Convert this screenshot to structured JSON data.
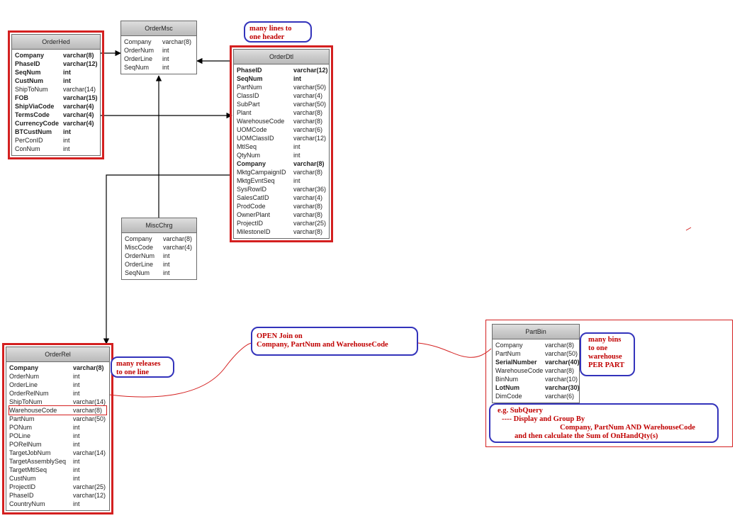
{
  "colors": {
    "highlight": "#d42020",
    "note_border": "#3333bb",
    "note_text": "#c00000",
    "header_fill": "#c8c8c8"
  },
  "tables": {
    "orderhed": {
      "title": "OrderHed",
      "rows": [
        {
          "name": "Company",
          "type": "varchar(8)",
          "bold": true
        },
        {
          "name": "PhaseID",
          "type": "varchar(12)",
          "bold": true
        },
        {
          "name": "SeqNum",
          "type": "int",
          "bold": true
        },
        {
          "name": "CustNum",
          "type": "int",
          "bold": true
        },
        {
          "name": "ShipToNum",
          "type": "varchar(14)",
          "bold": false
        },
        {
          "name": "FOB",
          "type": "varchar(15)",
          "bold": true
        },
        {
          "name": "ShipViaCode",
          "type": "varchar(4)",
          "bold": true
        },
        {
          "name": "TermsCode",
          "type": "varchar(4)",
          "bold": true
        },
        {
          "name": "CurrencyCode",
          "type": "varchar(4)",
          "bold": true
        },
        {
          "name": "BTCustNum",
          "type": "int",
          "bold": true
        },
        {
          "name": "PerConID",
          "type": "int",
          "bold": false
        },
        {
          "name": "ConNum",
          "type": "int",
          "bold": false
        }
      ]
    },
    "ordermsc": {
      "title": "OrderMsc",
      "rows": [
        {
          "name": "Company",
          "type": "varchar(8)",
          "bold": false
        },
        {
          "name": "OrderNum",
          "type": "int",
          "bold": false
        },
        {
          "name": "OrderLine",
          "type": "int",
          "bold": false
        },
        {
          "name": "SeqNum",
          "type": "int",
          "bold": false
        }
      ]
    },
    "orderdtl": {
      "title": "OrderDtl",
      "rows": [
        {
          "name": "PhaseID",
          "type": "varchar(12)",
          "bold": true
        },
        {
          "name": "SeqNum",
          "type": "int",
          "bold": true
        },
        {
          "name": "PartNum",
          "type": "varchar(50)",
          "bold": false
        },
        {
          "name": "ClassID",
          "type": "varchar(4)",
          "bold": false
        },
        {
          "name": "SubPart",
          "type": "varchar(50)",
          "bold": false
        },
        {
          "name": "Plant",
          "type": "varchar(8)",
          "bold": false
        },
        {
          "name": "WarehouseCode",
          "type": "varchar(8)",
          "bold": false
        },
        {
          "name": "UOMCode",
          "type": "varchar(6)",
          "bold": false
        },
        {
          "name": "UOMClassID",
          "type": "varchar(12)",
          "bold": false
        },
        {
          "name": "MtlSeq",
          "type": "int",
          "bold": false
        },
        {
          "name": "QtyNum",
          "type": "int",
          "bold": false
        },
        {
          "name": "Company",
          "type": "varchar(8)",
          "bold": true
        },
        {
          "name": "MktgCampaignID",
          "type": "varchar(8)",
          "bold": false
        },
        {
          "name": "MktgEvntSeq",
          "type": "int",
          "bold": false
        },
        {
          "name": "SysRowID",
          "type": "varchar(36)",
          "bold": false
        },
        {
          "name": "SalesCatID",
          "type": "varchar(4)",
          "bold": false
        },
        {
          "name": "ProdCode",
          "type": "varchar(8)",
          "bold": false
        },
        {
          "name": "OwnerPlant",
          "type": "varchar(8)",
          "bold": false
        },
        {
          "name": "ProjectID",
          "type": "varchar(25)",
          "bold": false
        },
        {
          "name": "MilestoneID",
          "type": "varchar(8)",
          "bold": false
        }
      ]
    },
    "miscchrg": {
      "title": "MiscChrg",
      "rows": [
        {
          "name": "Company",
          "type": "varchar(8)",
          "bold": false
        },
        {
          "name": "MiscCode",
          "type": "varchar(4)",
          "bold": false
        },
        {
          "name": "OrderNum",
          "type": "int",
          "bold": false
        },
        {
          "name": "OrderLine",
          "type": "int",
          "bold": false
        },
        {
          "name": "SeqNum",
          "type": "int",
          "bold": false
        }
      ]
    },
    "orderrel": {
      "title": "OrderRel",
      "rows": [
        {
          "name": "Company",
          "type": "varchar(8)",
          "bold": true
        },
        {
          "name": "OrderNum",
          "type": "int",
          "bold": false
        },
        {
          "name": "OrderLine",
          "type": "int",
          "bold": false
        },
        {
          "name": "OrderRelNum",
          "type": "int",
          "bold": false
        },
        {
          "name": "ShipToNum",
          "type": "varchar(14)",
          "bold": false
        },
        {
          "name": "WarehouseCode",
          "type": "varchar(8)",
          "bold": false,
          "boxed": true
        },
        {
          "name": "PartNum",
          "type": "varchar(50)",
          "bold": false
        },
        {
          "name": "PONum",
          "type": "int",
          "bold": false
        },
        {
          "name": "POLine",
          "type": "int",
          "bold": false
        },
        {
          "name": "PORelNum",
          "type": "int",
          "bold": false
        },
        {
          "name": "TargetJobNum",
          "type": "varchar(14)",
          "bold": false
        },
        {
          "name": "TargetAssemblySeq",
          "type": "int",
          "bold": false
        },
        {
          "name": "TargetMtlSeq",
          "type": "int",
          "bold": false
        },
        {
          "name": "CustNum",
          "type": "int",
          "bold": false
        },
        {
          "name": "ProjectID",
          "type": "varchar(25)",
          "bold": false
        },
        {
          "name": "PhaseID",
          "type": "varchar(12)",
          "bold": false
        },
        {
          "name": "CountryNum",
          "type": "int",
          "bold": false
        }
      ]
    },
    "partbin": {
      "title": "PartBin",
      "rows": [
        {
          "name": "Company",
          "type": "varchar(8)",
          "bold": false
        },
        {
          "name": "PartNum",
          "type": "varchar(50)",
          "bold": false
        },
        {
          "name": "SerialNumber",
          "type": "varchar(40)",
          "bold": true
        },
        {
          "name": "WarehouseCode",
          "type": "varchar(8)",
          "bold": false
        },
        {
          "name": "BinNum",
          "type": "varchar(10)",
          "bold": false
        },
        {
          "name": "LotNum",
          "type": "varchar(30)",
          "bold": true
        },
        {
          "name": "DimCode",
          "type": "varchar(6)",
          "bold": false
        }
      ]
    }
  },
  "notes": {
    "many_lines": [
      "many lines to",
      "one header"
    ],
    "many_releases": [
      "many releases",
      "to one line"
    ],
    "open_join": [
      "OPEN Join on",
      "Company, PartNum and WarehouseCode"
    ],
    "many_bins": [
      "many bins",
      "to one",
      "warehouse",
      "PER PART"
    ],
    "subquery": [
      "e.g. SubQuery",
      "---- Display and Group By",
      "Company, PartNum AND WarehouseCode",
      "and then calculate the Sum of OnHandQty(s)"
    ]
  }
}
